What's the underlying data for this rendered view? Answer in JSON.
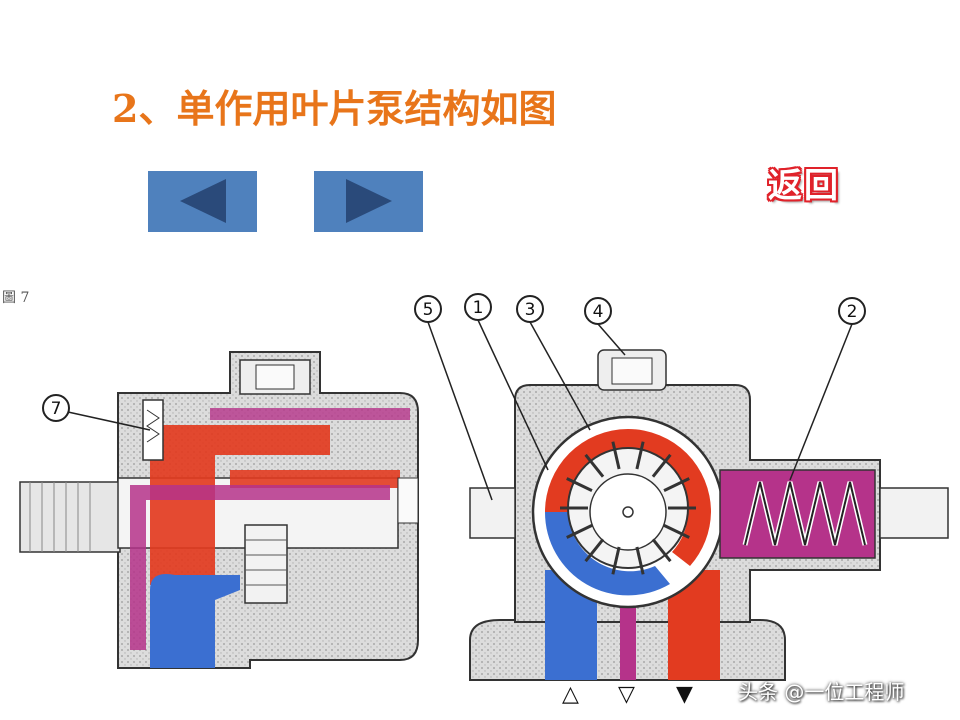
{
  "title": "2、单作用叶片泵结构如图",
  "nav": {
    "prev_icon": "arrow-left-icon",
    "next_icon": "arrow-right-icon",
    "back_label": "返回"
  },
  "figure": {
    "label": "圖 7",
    "callouts": [
      "5",
      "1",
      "3",
      "4",
      "2",
      "7"
    ],
    "port_symbols": [
      "△",
      "▽",
      "▼"
    ]
  },
  "watermark": "头条 @一位工程师",
  "colors": {
    "title": "#e8751a",
    "nav_button": "#4f81bd",
    "nav_arrow": "#2a4a7a",
    "high_pressure": "#e23b20",
    "low_pressure": "#3b6fd1",
    "drain": "#b5338a",
    "housing": "#d8d8d8"
  }
}
